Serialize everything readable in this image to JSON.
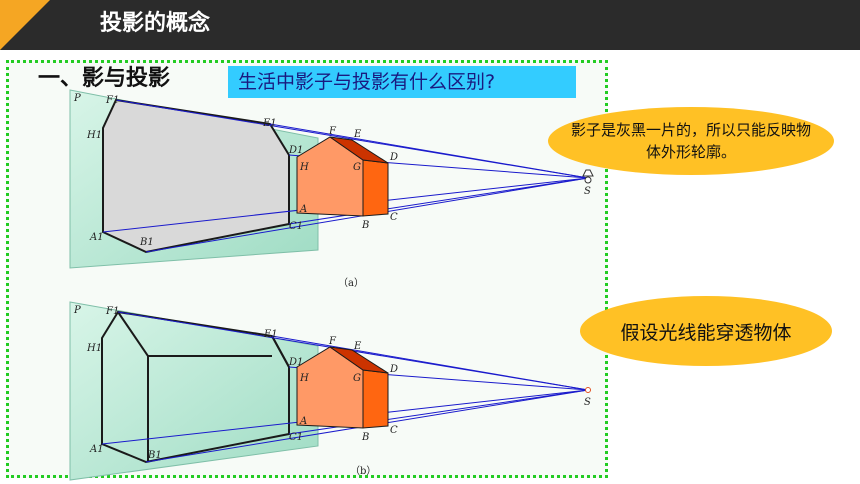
{
  "header": {
    "title": "投影的概念"
  },
  "section": {
    "title": "一、影与投影"
  },
  "question": {
    "text": "生活中影子与投影有什么区别?"
  },
  "bubbles": {
    "shadow_note": "影子是灰黑一片的，所以只能反映物体外形轮廓。",
    "projection_note": "假设光线能穿透物体"
  },
  "figures": {
    "a": {
      "caption": "（a）"
    },
    "b": {
      "caption": "（b）"
    }
  },
  "labels": {
    "P": "P",
    "F1": "F1",
    "E1": "E1",
    "H1": "H1",
    "D1": "D1",
    "A1": "A1",
    "B1": "B1",
    "C1": "C1",
    "F": "F",
    "E": "E",
    "D": "D",
    "H": "H",
    "G": "G",
    "A": "A",
    "B": "B",
    "C": "C",
    "S": "S"
  },
  "colors": {
    "header_bg": "#2b2b2b",
    "accent": "#f5a623",
    "frame_border": "#22cc22",
    "question_bg": "#33ccff",
    "bubble_bg": "#ffc125",
    "house_front": "#ff9966",
    "house_side": "#ff6611",
    "house_roof": "#cc3300",
    "shadow_fill": "#d9d9d9",
    "ray": "#1a1acc"
  }
}
